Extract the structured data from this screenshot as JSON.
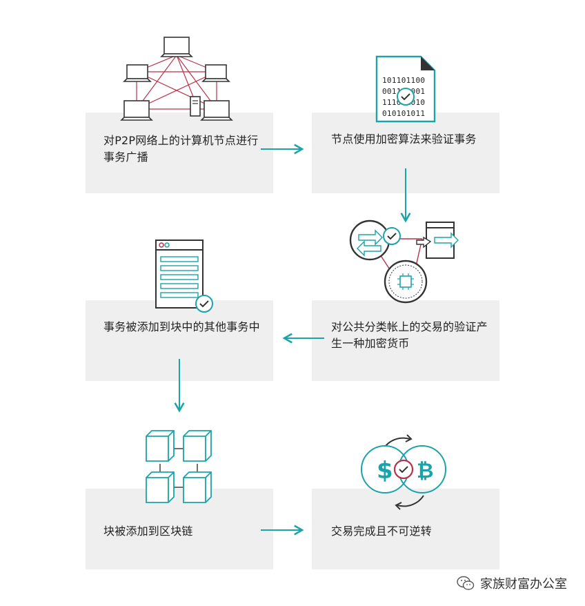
{
  "colors": {
    "card_bg": "#efefef",
    "teal": "#1aa3a8",
    "crimson": "#b8324a",
    "dark": "#333333"
  },
  "steps": [
    {
      "id": "broadcast",
      "text": "对P2P网络上的计算机节点进行事务广播",
      "icon": "p2p-network-icon"
    },
    {
      "id": "validate",
      "text": "节点使用加密算法来验证事务",
      "icon": "binary-document-icon",
      "binary_lines": [
        "101101100",
        "001101001",
        "111011010",
        "010101011"
      ]
    },
    {
      "id": "crypto",
      "text": "对公共分类帐上的交易的验证产生一种加密货币",
      "icon": "crypto-exchange-icon"
    },
    {
      "id": "add-to-block",
      "text": "事务被添加到块中的其他事务中",
      "icon": "block-form-icon"
    },
    {
      "id": "blockchain",
      "text": "块被添加到区块链",
      "icon": "blockchain-cubes-icon"
    },
    {
      "id": "complete",
      "text": "交易完成且不可逆转",
      "icon": "dollar-bitcoin-exchange-icon"
    }
  ],
  "watermark": {
    "text": "家族财富办公室",
    "icon": "wechat-icon"
  }
}
